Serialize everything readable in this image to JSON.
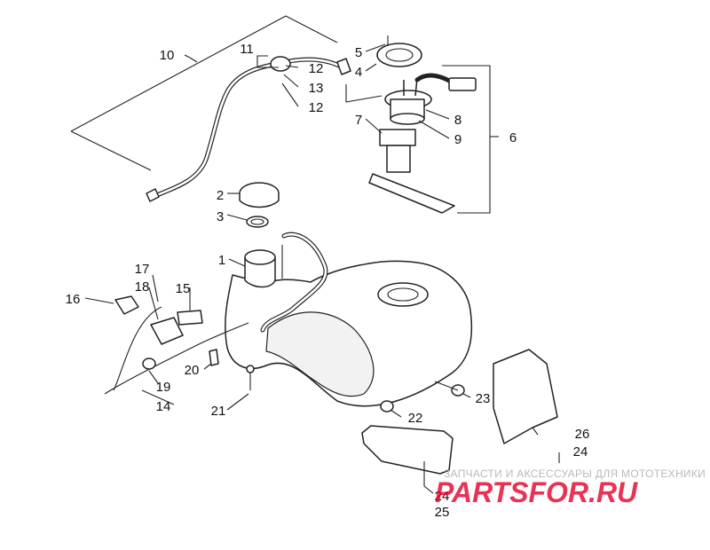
{
  "callouts": {
    "c1": "1",
    "c2": "2",
    "c3": "3",
    "c4": "4",
    "c5": "5",
    "c6": "6",
    "c7": "7",
    "c8": "8",
    "c9": "9",
    "c10": "10",
    "c11": "11",
    "c12a": "12",
    "c12b": "12",
    "c13": "13",
    "c14": "14",
    "c15": "15",
    "c16": "16",
    "c17": "17",
    "c18": "18",
    "c19": "19",
    "c20": "20",
    "c21": "21",
    "c22": "22",
    "c23": "23",
    "c24a": "24",
    "c24b": "24",
    "c25": "25",
    "c26": "26"
  },
  "watermark": {
    "text": "ЗАПЧАСТИ И АКСЕССУАРЫ ДЛЯ МОТОТЕХНИКИ",
    "logo": "PARTSFOR.RU",
    "logo_color": "#e4002b"
  }
}
